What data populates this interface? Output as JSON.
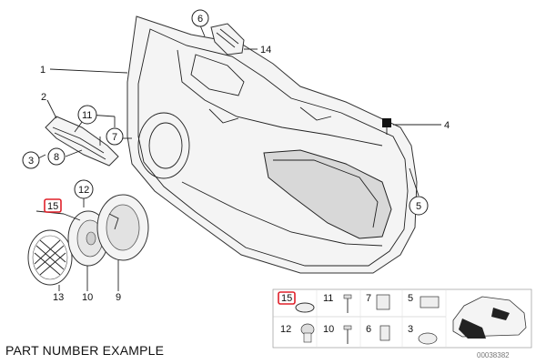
{
  "example_label": "PART NUMBER EXAMPLE",
  "diagram_id": "00038382",
  "callouts": {
    "c1": "1",
    "c2": "2",
    "c3": "3",
    "c4": "4",
    "c5": "5",
    "c6": "6",
    "c7": "7",
    "c8": "8",
    "c9": "9",
    "c10": "10",
    "c11": "11",
    "c12": "12",
    "c13": "13",
    "c14": "14",
    "c15": "15"
  },
  "legend": {
    "l15": "15",
    "l11": "11",
    "l7": "7",
    "l5": "5",
    "l12": "12",
    "l10": "10",
    "l6": "6",
    "l3": "3"
  },
  "colors": {
    "highlight": "#e0202a",
    "line": "#222222"
  }
}
